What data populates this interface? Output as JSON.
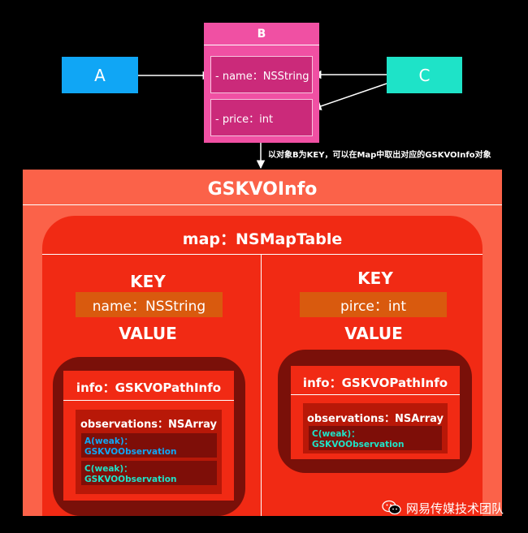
{
  "top": {
    "a_label": "A",
    "c_label": "C",
    "b_title": "B",
    "b_fields": [
      "- name：NSString",
      "- price：int"
    ],
    "caption": "以对象B为KEY，可以在Map中取出对应的GSKVOInfo对象"
  },
  "gskvo": {
    "title": "GSKVOInfo",
    "map": {
      "title": "map：NSMapTable",
      "entries": [
        {
          "key_label": "KEY",
          "key_value": "name：NSString",
          "value_label": "VALUE",
          "info_title": "info：GSKVOPathInfo",
          "observations_title": "observations：NSArray",
          "observations": [
            "A(weak)：GSKVOObservation",
            "C(weak)：GSKVOObservation"
          ]
        },
        {
          "key_label": "KEY",
          "key_value": "pirce：int",
          "value_label": "VALUE",
          "info_title": "info：GSKVOPathInfo",
          "observations_title": "observations：NSArray",
          "observations": [
            "C(weak)：GSKVOObservation"
          ]
        }
      ]
    }
  },
  "footer": {
    "text": "网易传媒技术团队"
  },
  "colors": {
    "a": "#10a6f5",
    "b": "#f050a3",
    "c": "#1ee3c8",
    "gskvo": "#fb6249",
    "map": "#f12a14",
    "key_box": "#d95a0e",
    "obs_a": "#10a6f5",
    "obs_c": "#1ee3c8"
  }
}
